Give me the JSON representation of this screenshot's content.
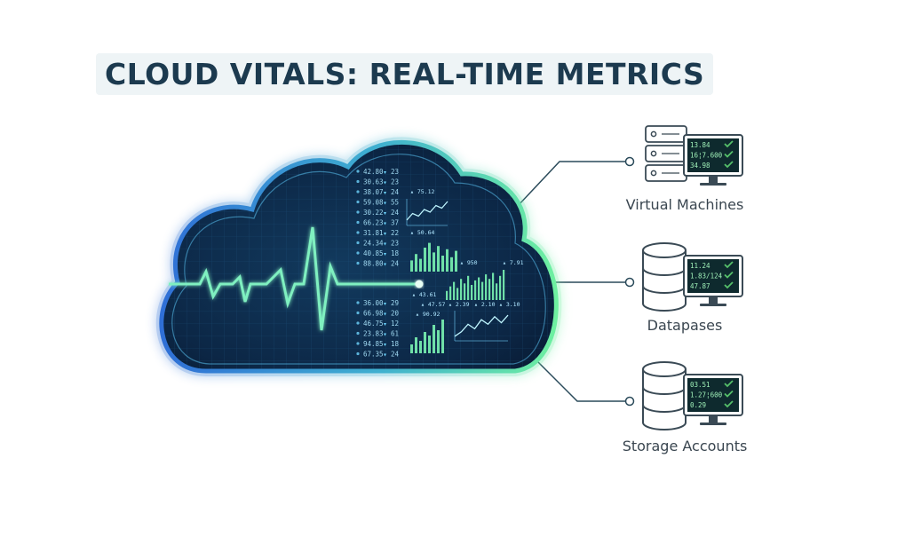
{
  "title": "CLOUD VITALS: REAL-TIME METRICS",
  "colors": {
    "title": "#1c3a4f",
    "cloud_dark": "#0b1f3a",
    "cloud_blue": "#2f7fd6",
    "cloud_green": "#55e0a0",
    "line": "#2a4a5a",
    "check": "#55c06a"
  },
  "cloud": {
    "rows_left": [
      {
        "v": "42.80",
        "w": "23"
      },
      {
        "v": "30.63",
        "w": "23"
      },
      {
        "v": "38.07",
        "w": "24"
      },
      {
        "v": "59.08",
        "w": "55"
      },
      {
        "v": "30.22",
        "w": "24"
      },
      {
        "v": "66.23",
        "w": "37"
      },
      {
        "v": "31.81",
        "w": "22"
      },
      {
        "v": "24.34",
        "w": "23"
      },
      {
        "v": "40.85",
        "w": "18"
      },
      {
        "v": "88.80",
        "w": "24"
      }
    ],
    "rows_lower": [
      {
        "v": "36.00",
        "w": "29"
      },
      {
        "v": "66.98",
        "w": "20"
      },
      {
        "v": "46.75",
        "w": "12"
      },
      {
        "v": "23.83",
        "w": "61"
      },
      {
        "v": "94.85",
        "w": "18"
      },
      {
        "v": "67.35",
        "w": "24"
      }
    ],
    "mini_labels": [
      "75.12",
      "50.64",
      "950",
      "7.91",
      "47.57",
      "2.39",
      "2.10",
      "3.10",
      "43.61",
      "90.92"
    ]
  },
  "resources": [
    {
      "label": "Virtual Machines",
      "icon": "server-rack-icon",
      "monitor_values": [
        "13.84",
        "16¦7.600",
        "34.98"
      ]
    },
    {
      "label": "Datapases",
      "icon": "database-icon",
      "monitor_values": [
        "11.24",
        "1.83/124",
        "47.87"
      ]
    },
    {
      "label": "Storage Accounts",
      "icon": "database-icon",
      "monitor_values": [
        "03.51",
        "1.27¦600",
        "0.29"
      ]
    }
  ]
}
